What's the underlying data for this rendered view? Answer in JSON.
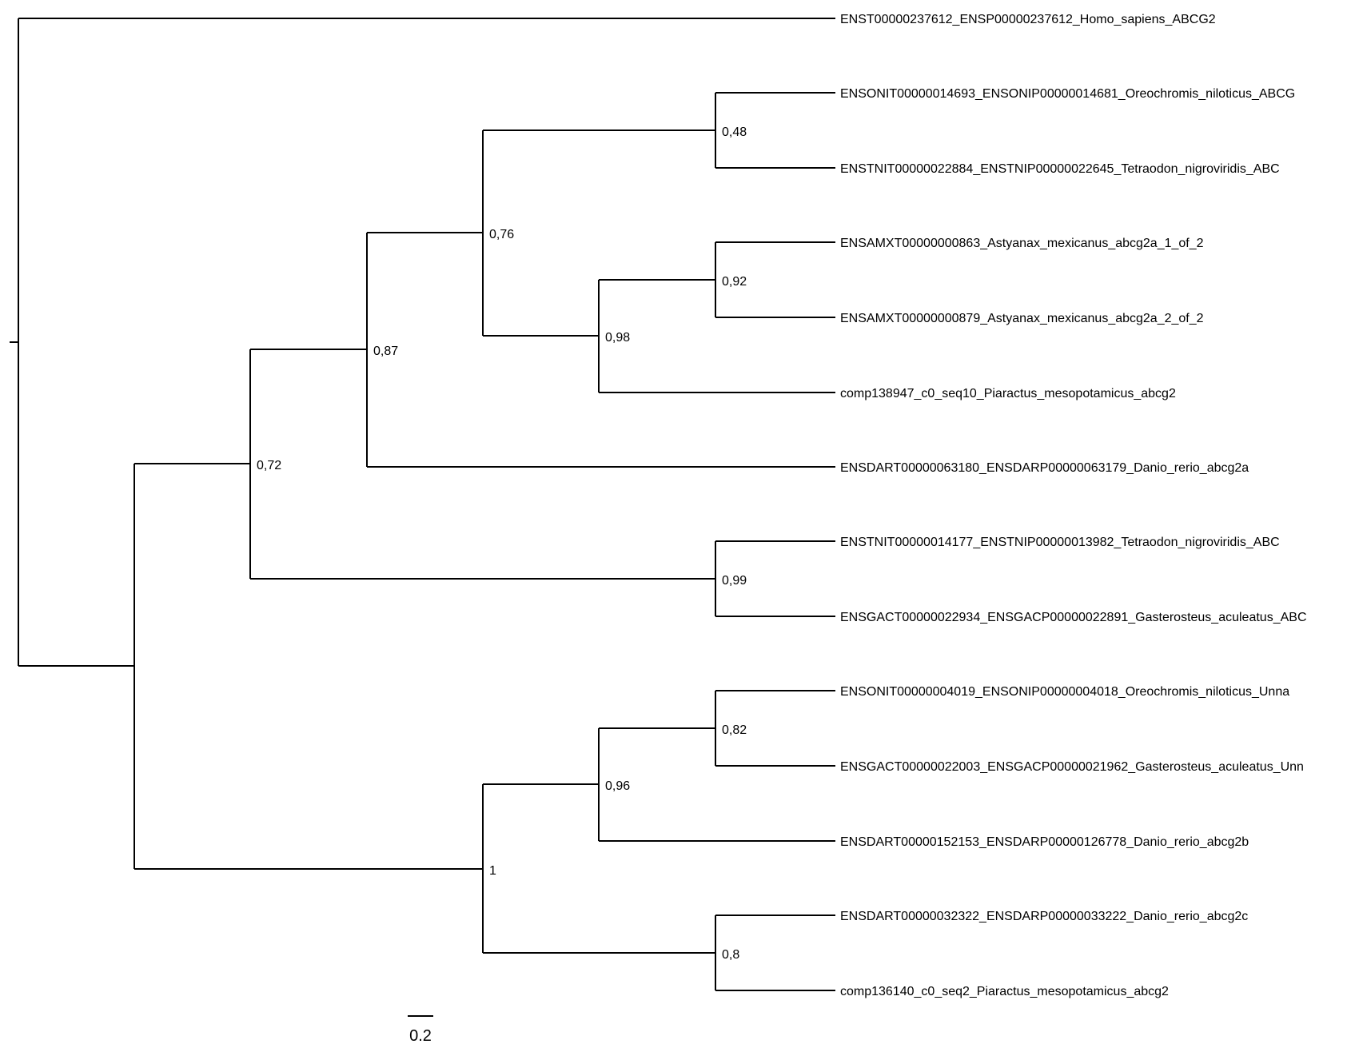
{
  "tree": {
    "leaves": [
      "ENST00000237612_ENSP00000237612_Homo_sapiens_ABCG2",
      "ENSONIT00000014693_ENSONIP00000014681_Oreochromis_niloticus_ABCG",
      "ENSTNIT00000022884_ENSTNIP00000022645_Tetraodon_nigroviridis_ABC",
      "ENSAMXT00000000863_Astyanax_mexicanus_abcg2a_1_of_2",
      "ENSAMXT00000000879_Astyanax_mexicanus_abcg2a_2_of_2",
      "comp138947_c0_seq10_Piaractus_mesopotamicus_abcg2",
      "ENSDART00000063180_ENSDARP00000063179_Danio_rerio_abcg2a",
      "ENSTNIT00000014177_ENSTNIP00000013982_Tetraodon_nigroviridis_ABC",
      "ENSGACT00000022934_ENSGACP00000022891_Gasterosteus_aculeatus_ABC",
      "ENSONIT00000004019_ENSONIP00000004018_Oreochromis_niloticus_Unna",
      "ENSGACT00000022003_ENSGACP00000021962_Gasterosteus_aculeatus_Unn",
      "ENSDART00000152153_ENSDARP00000126778_Danio_rerio_abcg2b",
      "ENSDART00000032322_ENSDARP00000033222_Danio_rerio_abcg2c",
      "comp136140_c0_seq2_Piaractus_mesopotamicus_abcg2"
    ],
    "support_values": [
      "0,48",
      "0,76",
      "0,92",
      "0,98",
      "0,87",
      "0,72",
      "0,99",
      "0,82",
      "0,96",
      "1",
      "0,8"
    ],
    "scale_bar_label": "0.2",
    "line_color": "#000000"
  }
}
